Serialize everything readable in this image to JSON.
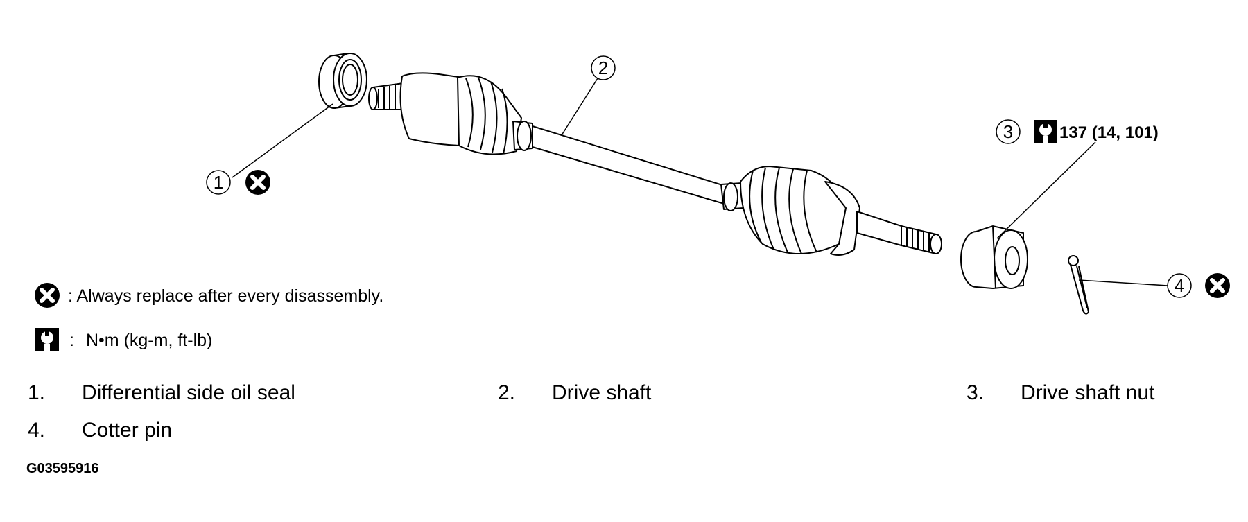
{
  "callouts": [
    {
      "number": "1"
    },
    {
      "number": "2"
    },
    {
      "number": "3",
      "torque": "137 (14, 101)"
    },
    {
      "number": "4"
    }
  ],
  "legend": {
    "replace_text": ": Always replace after every disassembly.",
    "torque_colon": ":",
    "torque_unit_text": "N•m  (kg-m,  ft-lb)"
  },
  "parts": [
    {
      "number": "1.",
      "name": "Differential side oil seal"
    },
    {
      "number": "2.",
      "name": "Drive shaft"
    },
    {
      "number": "3.",
      "name": "Drive shaft nut"
    },
    {
      "number": "4.",
      "name": "Cotter pin"
    }
  ],
  "figure_id": "G03595916",
  "icons": {
    "replace": "replace-x-icon",
    "torque": "torque-wrench-icon"
  },
  "colors": {
    "ink": "#000000",
    "paper": "#ffffff"
  }
}
